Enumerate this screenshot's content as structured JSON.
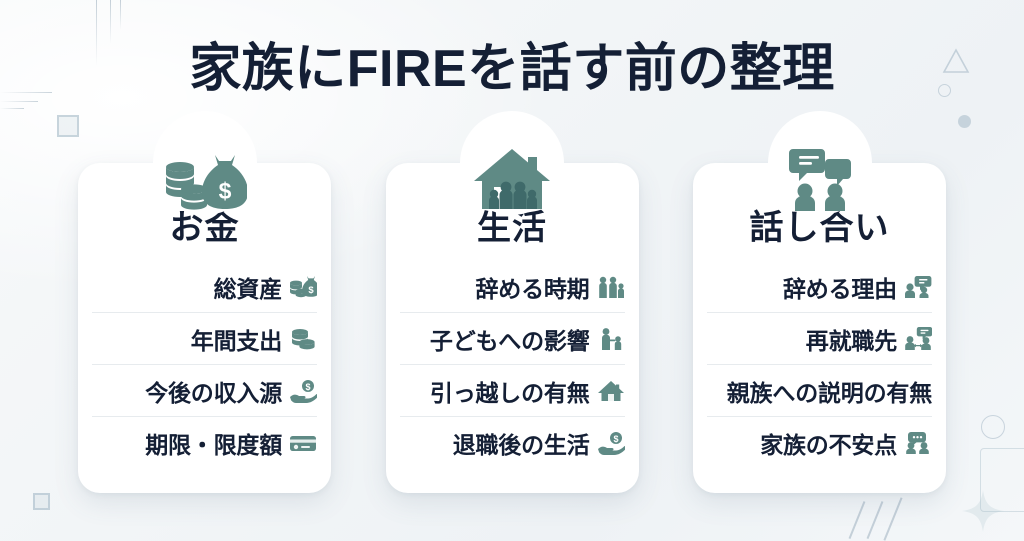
{
  "title": "家族にFIREを話す前の整理",
  "theme": {
    "title_color": "#141f35",
    "icon_color": "#5f8a85",
    "card_bg": "#ffffff",
    "divider_color": "#e7ebee",
    "background": "#f2f5f7"
  },
  "cards": [
    {
      "id": "money",
      "heading": "お金",
      "header_icon": "money-bag-coins-icon",
      "rows": [
        {
          "label": "総資産",
          "icon": "coins-money-bag-icon"
        },
        {
          "label": "年間支出",
          "icon": "coin-stacks-icon"
        },
        {
          "label": "今後の収入源",
          "icon": "hand-holding-coin-icon"
        },
        {
          "label": "期限・限度額",
          "icon": "credit-card-icon"
        }
      ]
    },
    {
      "id": "life",
      "heading": "生活",
      "header_icon": "house-family-icon",
      "rows": [
        {
          "label": "辞める時期",
          "icon": "family-group-icon"
        },
        {
          "label": "子どもへの影響",
          "icon": "parent-child-icon"
        },
        {
          "label": "引っ越しの有無",
          "icon": "house-icon"
        },
        {
          "label": "退職後の生活",
          "icon": "hand-holding-coin-icon"
        }
      ]
    },
    {
      "id": "discussion",
      "heading": "話し合い",
      "header_icon": "two-people-speech-bubbles-icon",
      "rows": [
        {
          "label": "辞める理由",
          "icon": "people-speech-icon"
        },
        {
          "label": "再就職先",
          "icon": "people-exchange-icon"
        },
        {
          "label": "親族への説明の有無",
          "icon": ""
        },
        {
          "label": "家族の不安点",
          "icon": "people-chat-icon"
        }
      ]
    }
  ],
  "decorations": [
    "vertical-lines-top-left",
    "horizontal-lines-left",
    "square-outline-left",
    "square-outline-bottom-left",
    "triangle-outline-right",
    "circle-outline-right",
    "dot-right",
    "circle-outline-bottom-right",
    "rounded-rect-bottom-right",
    "sparkle-bottom-right",
    "diagonal-slashes-bottom-right"
  ]
}
